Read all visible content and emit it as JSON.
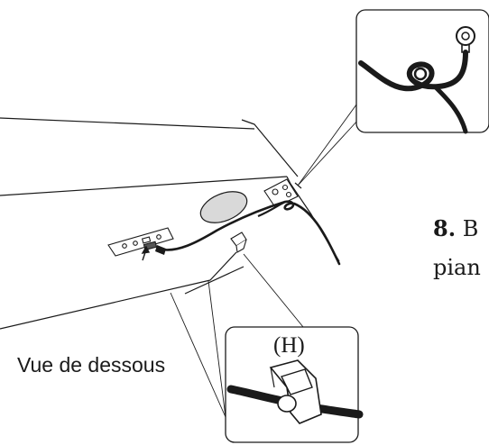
{
  "view_label": "Vue de dessous",
  "step": {
    "number": "8.",
    "text_line1": "B",
    "text_line2": "pian"
  },
  "detail_h_label": "(H)",
  "colors": {
    "ink": "#1a1a1a",
    "speaker": "#d9d9d9",
    "background": "#ffffff"
  }
}
